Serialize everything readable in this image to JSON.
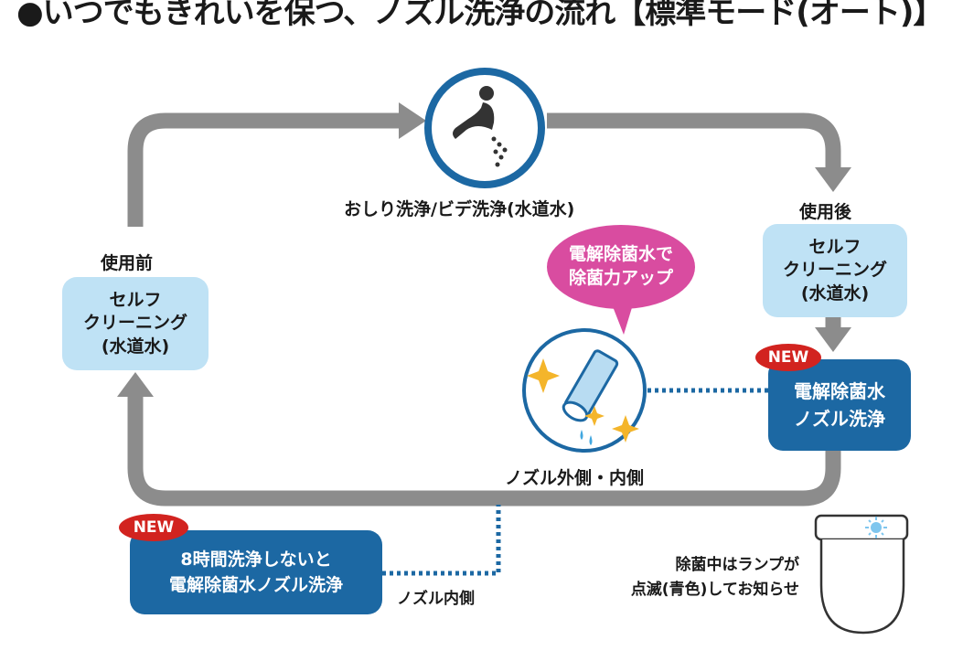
{
  "title": "●いつでもきれいを保つ、ノズル洗浄の流れ【標準モード(オート)】",
  "top_step": {
    "label": "おしり洗浄/ビデ洗浄(水道水)",
    "icon": "person-washing-icon"
  },
  "before_use": {
    "heading": "使用前",
    "lines": [
      "セルフ",
      "クリーニング",
      "(水道水)"
    ]
  },
  "after_use": {
    "heading": "使用後",
    "lines": [
      "セルフ",
      "クリーニング",
      "(水道水)"
    ]
  },
  "electrolyzed_box": {
    "badge": "NEW",
    "lines": [
      "電解除菌水",
      "ノズル洗浄"
    ]
  },
  "bubble": {
    "lines": [
      "電解除菌水で",
      "除菌力アップ"
    ]
  },
  "nozzle": {
    "label": "ノズル外側・内側",
    "icon": "nozzle-sparkle-icon"
  },
  "eight_hour_box": {
    "badge": "NEW",
    "lines": [
      "8時間洗浄しないと",
      "電解除菌水ノズル洗浄"
    ]
  },
  "nozzle_inner": {
    "label": "ノズル内側"
  },
  "lamp_note": {
    "lines": [
      "除菌中はランプが",
      "点滅(青色)してお知らせ"
    ],
    "icon": "toilet-lamp-icon"
  },
  "colors": {
    "arrow": "#8c8c8c",
    "dark_blue": "#1c68a3",
    "light_blue": "#bfe2f5",
    "pink": "#d94ca0",
    "red": "#d2231f",
    "dots": "#1c68a3"
  }
}
